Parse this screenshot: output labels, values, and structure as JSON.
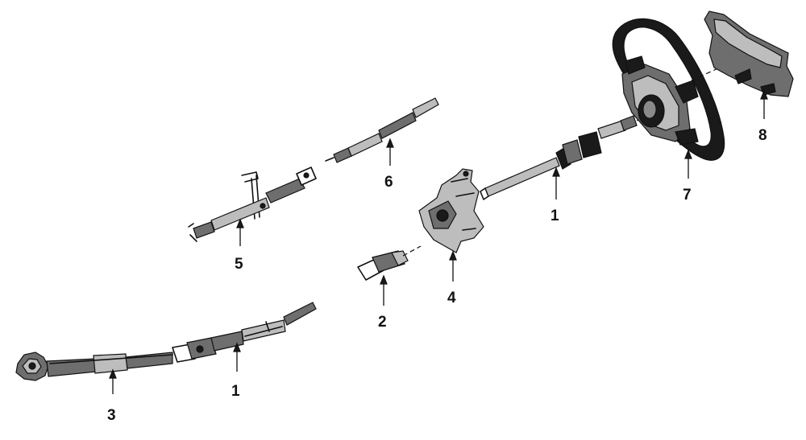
{
  "diagram": {
    "callouts": [
      {
        "id": "c1a",
        "text": "1"
      },
      {
        "id": "c1b",
        "text": "1"
      },
      {
        "id": "c2",
        "text": "2"
      },
      {
        "id": "c3",
        "text": "3"
      },
      {
        "id": "c4",
        "text": "4"
      },
      {
        "id": "c5",
        "text": "5"
      },
      {
        "id": "c6",
        "text": "6"
      },
      {
        "id": "c7",
        "text": "7"
      },
      {
        "id": "c8",
        "text": "8"
      }
    ]
  }
}
